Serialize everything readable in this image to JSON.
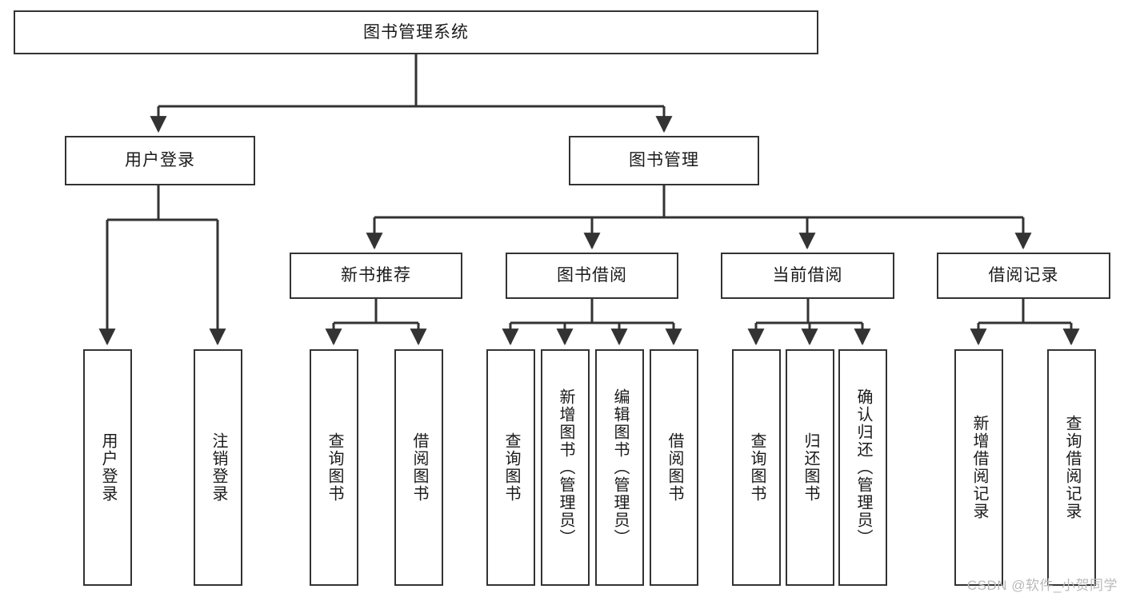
{
  "diagram": {
    "type": "tree",
    "title": "图书管理系统",
    "root": {
      "id": "root",
      "label": "图书管理系统"
    },
    "level2": [
      {
        "id": "user-login",
        "label": "用户登录"
      },
      {
        "id": "book-manage",
        "label": "图书管理"
      }
    ],
    "level3": [
      {
        "id": "new-book-rec",
        "label": "新书推荐",
        "parent": "book-manage"
      },
      {
        "id": "book-borrow",
        "label": "图书借阅",
        "parent": "book-manage"
      },
      {
        "id": "current-borrow",
        "label": "当前借阅",
        "parent": "book-manage"
      },
      {
        "id": "borrow-record",
        "label": "借阅记录",
        "parent": "book-manage"
      }
    ],
    "leaves": [
      {
        "id": "leaf-user-login",
        "label": "用户登录",
        "parent": "user-login"
      },
      {
        "id": "leaf-user-logout",
        "label": "注销登录",
        "parent": "user-login"
      },
      {
        "id": "leaf-rec-query-book",
        "label": "查询图书",
        "parent": "new-book-rec"
      },
      {
        "id": "leaf-rec-borrow-book",
        "label": "借阅图书",
        "parent": "new-book-rec"
      },
      {
        "id": "leaf-borrow-query-book",
        "label": "查询图书",
        "parent": "book-borrow"
      },
      {
        "id": "leaf-add-book-admin",
        "label": "新增图书（管理员）",
        "parent": "book-borrow"
      },
      {
        "id": "leaf-edit-book-admin",
        "label": "编辑图书（管理员）",
        "parent": "book-borrow"
      },
      {
        "id": "leaf-borrow-book",
        "label": "借阅图书",
        "parent": "book-borrow"
      },
      {
        "id": "leaf-cur-query-book",
        "label": "查询图书",
        "parent": "current-borrow"
      },
      {
        "id": "leaf-return-book",
        "label": "归还图书",
        "parent": "current-borrow"
      },
      {
        "id": "leaf-confirm-return-admin",
        "label": "确认归还（管理员）",
        "parent": "current-borrow"
      },
      {
        "id": "leaf-add-borrow-record",
        "label": "新增借阅记录",
        "parent": "borrow-record"
      },
      {
        "id": "leaf-query-borrow-record",
        "label": "查询借阅记录",
        "parent": "borrow-record"
      }
    ],
    "watermark": "CSDN @软件_小贺同学",
    "colors": {
      "stroke": "#333333",
      "fill": "#ffffff",
      "text": "#1a1a1a",
      "watermark": "#b9b9b9"
    }
  }
}
